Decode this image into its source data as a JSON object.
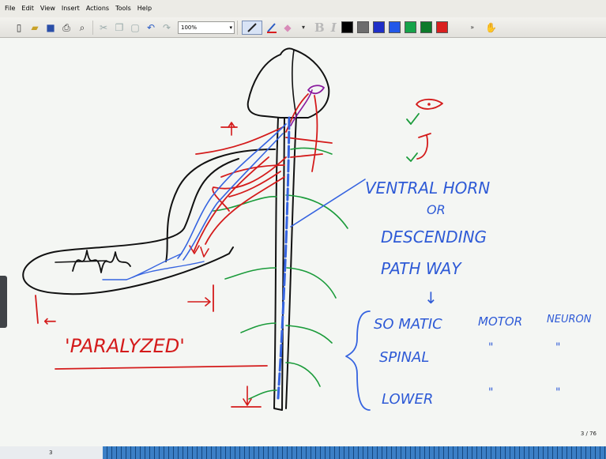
{
  "menu": {
    "items": [
      "File",
      "Edit",
      "View",
      "Insert",
      "Actions",
      "Tools",
      "Help"
    ]
  },
  "toolbar": {
    "zoom": "100%",
    "colors": [
      "#000000",
      "#6d6d6d",
      "#1f2fc7",
      "#2358e8",
      "#16a34a",
      "#0d7a2a",
      "#d91f1f"
    ]
  },
  "whiteboard": {
    "text": {
      "ventral_horn": "VENTRAL   HORN",
      "or": "OR",
      "descending": "DESCENDING",
      "pathway": "PATH WAY",
      "somatic": "SO MATIC",
      "motor": "MOTOR",
      "neuron": "NEURON",
      "spinal": "SPINAL",
      "lower": "LOWER",
      "paralyzed": "'PARALYZED'",
      "ditto": "\"",
      "down_arrow": "↓",
      "left_arrow": "←"
    }
  },
  "status": {
    "page_count": "3 / 76",
    "current_page": "3"
  }
}
